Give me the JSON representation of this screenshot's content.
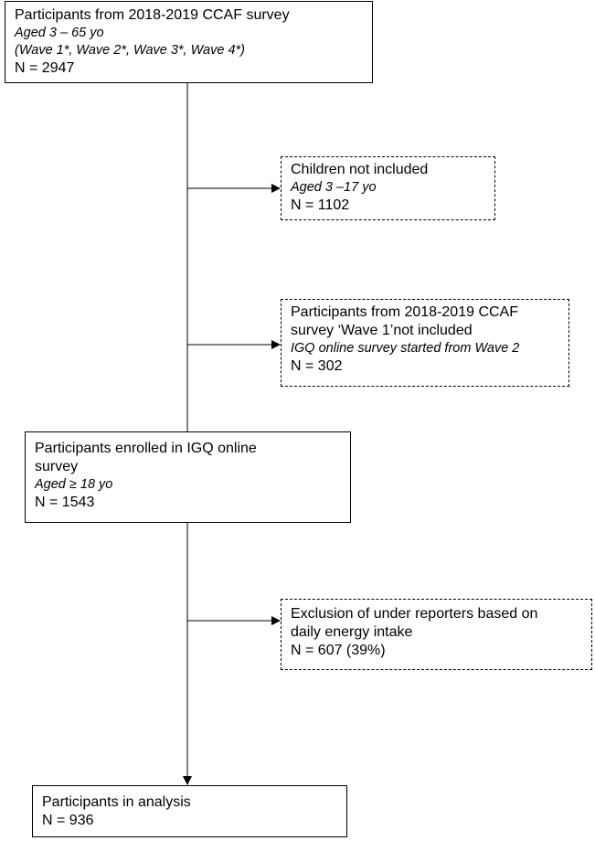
{
  "boxes": {
    "survey": {
      "title": "Participants from 2018-2019 CCAF survey",
      "age": "Aged 3 – 65 yo",
      "waves": "(Wave 1*, Wave 2*, Wave 3*, Wave 4*)",
      "n": "N = 2947"
    },
    "children": {
      "title": "Children not included",
      "age": "Aged 3 –17 yo",
      "n": "N = 1102"
    },
    "wave1": {
      "title_line1": "Participants from 2018-2019 CCAF",
      "title_line2": "survey ‘Wave 1’not included",
      "note": "IGQ online survey started from Wave 2",
      "n": "N = 302"
    },
    "enrolled": {
      "title_line1": "Participants enrolled in IGQ online",
      "title_line2": "survey",
      "age": "Aged ≥ 18 yo",
      "n": "N = 1543"
    },
    "underreporters": {
      "title_line1": "Exclusion of under reporters based on",
      "title_line2": "daily energy intake",
      "n": "N = 607 (39%)"
    },
    "analysis": {
      "title": "Participants in analysis",
      "n": "N = 936"
    }
  }
}
